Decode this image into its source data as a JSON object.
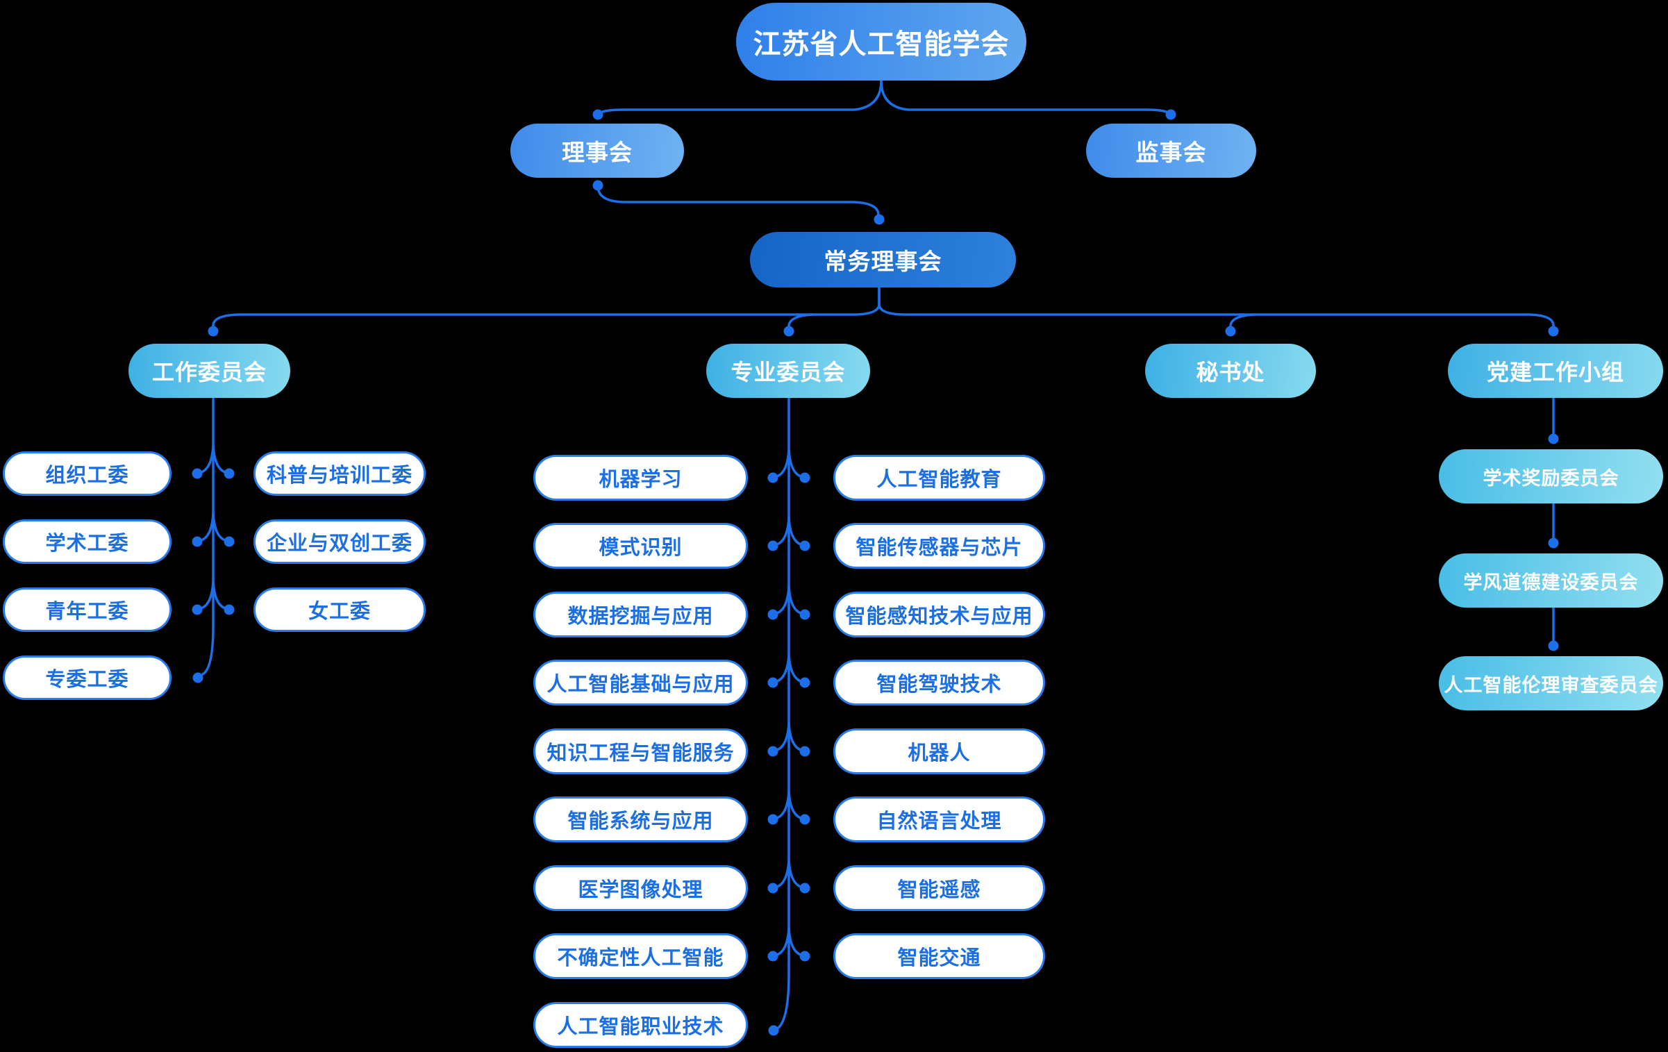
{
  "org": {
    "root": "江苏省人工智能学会",
    "council": "理事会",
    "supervisory": "监事会",
    "standing": "常务理事会",
    "work": "工作委员会",
    "professional": "专业委员会",
    "secretariat": "秘书处",
    "party": "党建工作小组",
    "work_left": [
      "组织工委",
      "学术工委",
      "青年工委",
      "专委工委"
    ],
    "work_right": [
      "科普与培训工委",
      "企业与双创工委",
      "女工委"
    ],
    "pro_left": [
      "机器学习",
      "模式识别",
      "数据挖掘与应用",
      "人工智能基础与应用",
      "知识工程与智能服务",
      "智能系统与应用",
      "医学图像处理",
      "不确定性人工智能",
      "人工智能职业技术"
    ],
    "pro_right": [
      "人工智能教育",
      "智能传感器与芯片",
      "智能感知技术与应用",
      "智能驾驶技术",
      "机器人",
      "自然语言处理",
      "智能遥感",
      "智能交通"
    ],
    "party_children": [
      "学术奖励委员会",
      "学风道德建设委员会",
      "人工智能伦理审查委员会"
    ]
  },
  "colors": {
    "background": "#000000",
    "line": "#1C6FE8",
    "root_gradient": [
      "#2E7FE9",
      "#61A7EF"
    ],
    "level2_gradient": [
      "#3F8BEA",
      "#70B3F2"
    ],
    "standing_gradient": [
      "#1565C7",
      "#2E81DD"
    ],
    "branch_gradient": [
      "#3EB0E5",
      "#87DAEF"
    ],
    "party_child_gradient": [
      "#49BDE6",
      "#92DFF0"
    ],
    "pill_border": "#2A7DE9",
    "pill_text": "#1C6FE2"
  }
}
